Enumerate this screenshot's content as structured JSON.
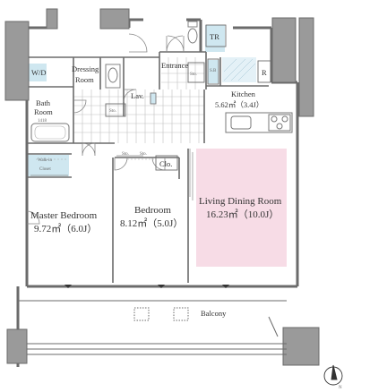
{
  "plan": {
    "colors": {
      "wall": "#6b6b6b",
      "pillar": "#9a9a9a",
      "bg": "#ffffff",
      "wet_area": "#cfe7f0",
      "living_highlight": "#f7dce6",
      "tile_line": "#bfbfbf",
      "text": "#333333"
    },
    "rooms": {
      "wd": "W/D",
      "dressing_1": "Dressing",
      "dressing_2": "Room",
      "lav": "Lav.",
      "entrance": "Entrance",
      "tr": "TR",
      "sto_entry": "Sto.",
      "sb": "S.B",
      "refrigerator": "R",
      "kitchen_name": "Kitchen",
      "kitchen_area": "5.62㎡（3.4J）",
      "bath_1": "Bath",
      "bath_2": "Room",
      "bath_3": "1418",
      "sto_bath": "Sto.",
      "sto_mid_a": "Sto.",
      "sto_mid_b": "Sto.",
      "clo": "Clo.",
      "walkin_1": "Walk-in",
      "walkin_2": "Closet",
      "master_name": "Master Bedroom",
      "master_area": "9.72㎡（6.0J）",
      "bedroom_name": "Bedroom",
      "bedroom_area": "8.12㎡（5.0J）",
      "living_name": "Living Dining Room",
      "living_area": "16.23㎡（10.0J）",
      "balcony": "Balcony",
      "north": "N"
    }
  }
}
